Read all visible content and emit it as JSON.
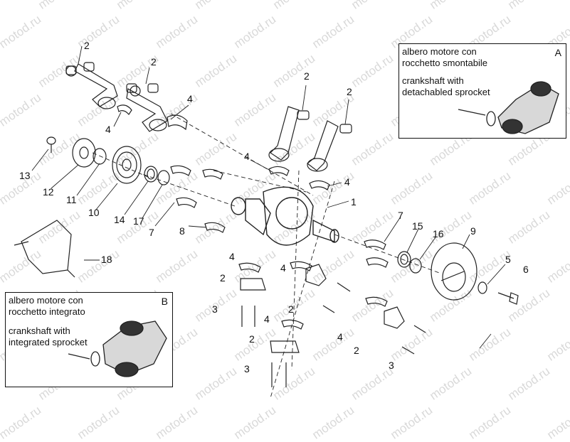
{
  "watermark": "motod.ru",
  "callouts": {
    "c1": "1",
    "c2a": "2",
    "c2b": "2",
    "c2c": "2",
    "c2d": "2",
    "c2e": "2",
    "c2f": "2",
    "c2g": "2",
    "c2h": "2",
    "c3a": "3",
    "c3b": "3",
    "c3c": "3",
    "c4a": "4",
    "c4b": "4",
    "c4c": "4",
    "c4d": "4",
    "c4e": "4",
    "c4f": "4",
    "c4g": "4",
    "c4h": "4",
    "c5": "5",
    "c6": "6",
    "c7a": "7",
    "c7b": "7",
    "c8": "8",
    "c9": "9",
    "c10": "10",
    "c11": "11",
    "c12": "12",
    "c13": "13",
    "c14": "14",
    "c15": "15",
    "c16": "16",
    "c17": "17",
    "c18": "18"
  },
  "inset_a": {
    "letter": "A",
    "line1": "albero motore con",
    "line2": "rocchetto smontabile",
    "line3": "crankshaft with",
    "line4": "detachabled sprocket"
  },
  "inset_b": {
    "letter": "B",
    "line1": "albero motore con",
    "line2": "rocchetto integrato",
    "line3": "crankshaft with",
    "line4": "integrated sprocket"
  }
}
